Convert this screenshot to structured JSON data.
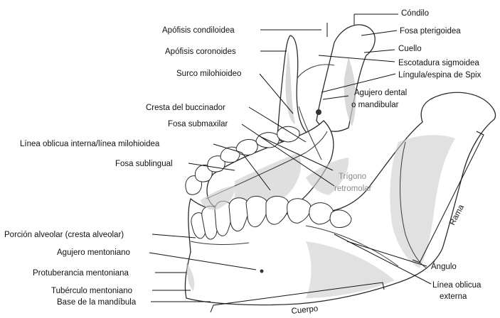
{
  "labels": {
    "condilo": "Cóndilo",
    "apofisis_condiloidea": "Apófisis condiloidea",
    "fosa_pterigoidea": "Fosa pterigoidea",
    "apofisis_coronoides": "Apófisis coronoides",
    "cuello": "Cuello",
    "escotadura_sigmoidea": "Escotadura sigmoidea",
    "surco_milohioideo": "Surco milohioideo",
    "lingula": "Língula/espina de Spix",
    "agujero_dental_1": "Agujero dental",
    "agujero_dental_2": "o mandibular",
    "cresta_buccinador": "Cresta del buccinador",
    "fosa_submaxilar": "Fosa submaxilar",
    "linea_oblicua_interna": "Línea oblicua interna/línea milohioidea",
    "fosa_sublingual": "Fosa sublingual",
    "trigono_1": "Trígono",
    "trigono_2": "retromolar",
    "rama": "Rama",
    "porcion_alveolar": "Porción alveolar (cresta alveolar)",
    "agujero_mentoniano": "Agujero mentoniano",
    "protuberancia_mentoniana": "Protuberancia mentoniana",
    "tuberculo_mentoniano": "Tubérculo mentoniano",
    "base_mandibula": "Base de la mandíbula",
    "cuerpo": "Cuerpo",
    "angulo": "Ángulo",
    "linea_oblicua_externa_1": "Línea oblicua",
    "linea_oblicua_externa_2": "externa"
  }
}
